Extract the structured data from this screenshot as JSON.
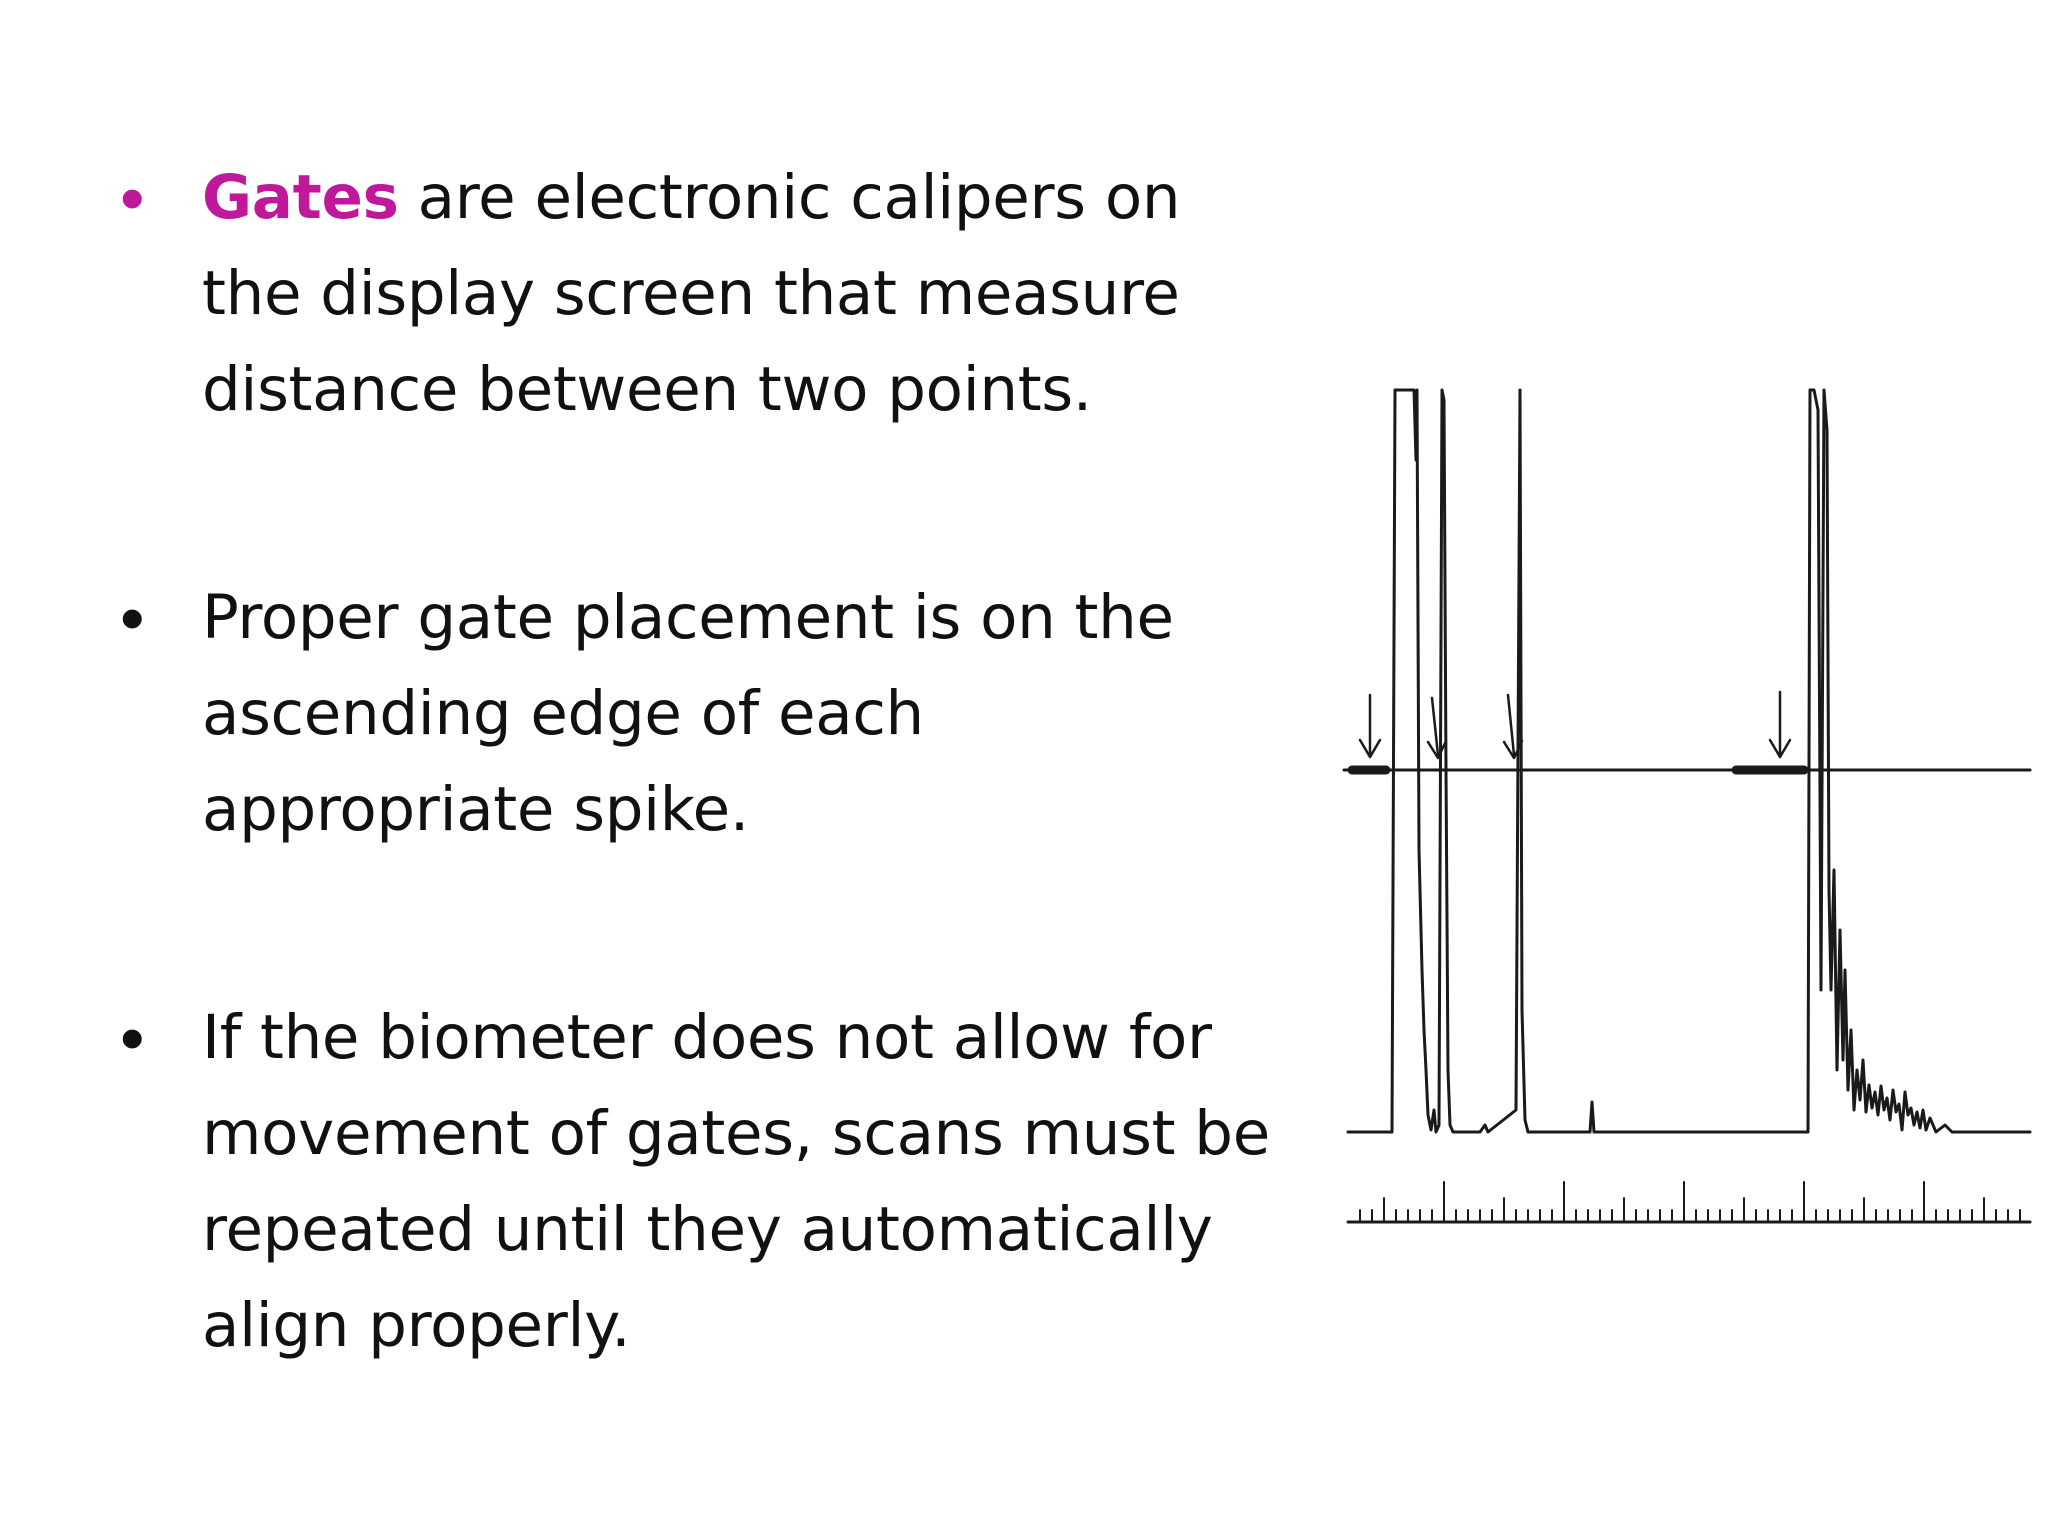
{
  "bullets": [
    {
      "highlight": "Gates",
      "lines": [
        " are electronic calipers on",
        "the display screen that measure",
        "distance between two points."
      ]
    },
    {
      "lines": [
        "Proper gate placement is on the",
        "ascending edge of each",
        "appropriate spike."
      ]
    },
    {
      "lines": [
        "If the biometer does not allow for",
        "movement of gates, scans must be",
        "repeated until they automatically",
        "align properly."
      ]
    }
  ],
  "colors": {
    "accent": "#c0189a",
    "text": "#111111",
    "trace": "#1a1a1a"
  },
  "diagram": {
    "description_icons": [
      "gate-arrow-icon"
    ]
  }
}
